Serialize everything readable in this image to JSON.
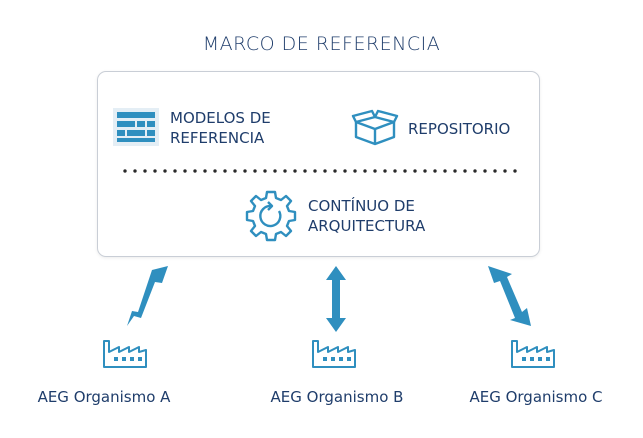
{
  "title": "MARCO DE REFERENCIA",
  "framework": {
    "models": {
      "line1": "MODELOS DE",
      "line2": "REFERENCIA",
      "icon": "grid-table-icon"
    },
    "repository": {
      "label": "REPOSITORIO",
      "icon": "open-box-icon"
    },
    "continuum": {
      "line1": "CONTÍNUO DE",
      "line2": "ARQUITECTURA",
      "icon": "gear-cycle-icon"
    }
  },
  "organisms": [
    {
      "label": "AEG Organismo A",
      "icon": "factory-icon"
    },
    {
      "label": "AEG Organismo B",
      "icon": "factory-icon"
    },
    {
      "label": "AEG Organismo C",
      "icon": "factory-icon"
    }
  ],
  "colors": {
    "arrow": "#2f8fbf",
    "icon": "#2f8fbf",
    "text": "#1f3d6b",
    "frame": "#c9ced6"
  }
}
